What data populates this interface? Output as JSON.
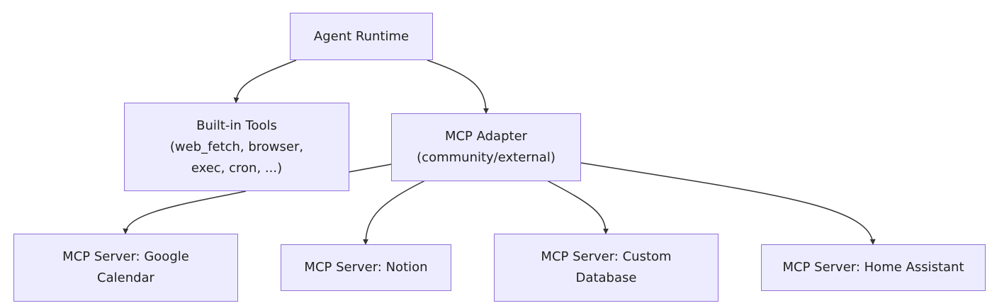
{
  "diagram": {
    "type": "flowchart",
    "colors": {
      "node_fill": "#ececfe",
      "node_border": "#9470db",
      "edge": "#333333",
      "text": "#222222"
    },
    "nodes": {
      "agent_runtime": {
        "label": "Agent Runtime"
      },
      "builtin_tools": {
        "label": "Built-in Tools\n(web_fetch, browser,\nexec, cron, ...)"
      },
      "mcp_adapter": {
        "label": "MCP Adapter\n(community/external)"
      },
      "google_calendar": {
        "label": "MCP Server: Google\nCalendar"
      },
      "notion": {
        "label": "MCP Server: Notion"
      },
      "custom_db": {
        "label": "MCP Server: Custom\nDatabase"
      },
      "home_assistant": {
        "label": "MCP Server: Home Assistant"
      }
    },
    "edges": [
      {
        "from": "agent_runtime",
        "to": "builtin_tools"
      },
      {
        "from": "agent_runtime",
        "to": "mcp_adapter"
      },
      {
        "from": "mcp_adapter",
        "to": "google_calendar"
      },
      {
        "from": "mcp_adapter",
        "to": "notion"
      },
      {
        "from": "mcp_adapter",
        "to": "custom_db"
      },
      {
        "from": "mcp_adapter",
        "to": "home_assistant"
      }
    ]
  }
}
